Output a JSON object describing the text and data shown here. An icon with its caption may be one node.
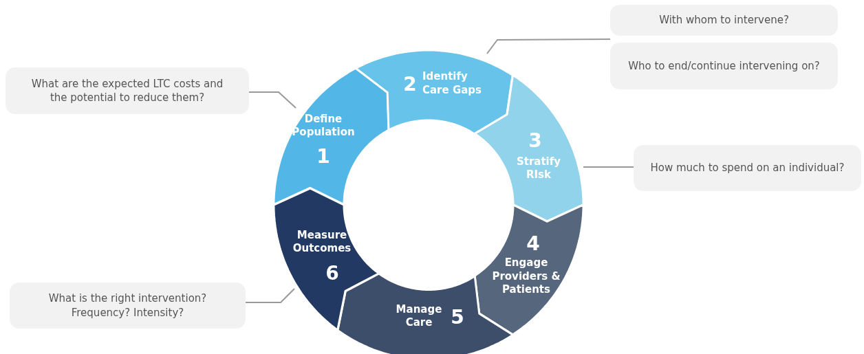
{
  "diagram": {
    "nodes": [
      {
        "text": [
          "Define Population",
          "1"
        ]
      },
      {
        "text": [
          "2",
          "Identify Care Gaps"
        ]
      },
      {
        "text": [
          "3",
          "Stratify RIsk"
        ]
      },
      {
        "text": [
          "4",
          "Engage Providers & Patients"
        ]
      },
      {
        "text": [
          "Manage Care",
          "5"
        ]
      },
      {
        "text": [
          "Measure Outcomes",
          "6"
        ]
      },
      {
        "text": [
          "With whom to intervene?"
        ]
      },
      {
        "text": [
          "Who to end/continue intervening on?"
        ]
      },
      {
        "text": [
          "What are the expected LTC costs and the potential to reduce them?"
        ]
      },
      {
        "text": [
          "How much to spend on an individual?"
        ]
      },
      {
        "text": [
          "What is the right intervention? Frequency? Intensity?"
        ]
      }
    ],
    "edges": [
      {
        "from": 8,
        "to": 0,
        "arrow": "none"
      },
      {
        "from": 6,
        "to": 1,
        "arrow": "none"
      },
      {
        "from": 7,
        "to": 1,
        "arrow": "none"
      },
      {
        "from": 9,
        "to": 2,
        "arrow": "none"
      },
      {
        "from": 10,
        "to": 5,
        "arrow": "none"
      }
    ]
  }
}
